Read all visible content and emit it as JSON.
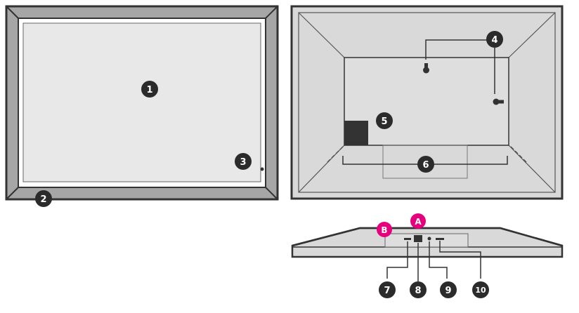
{
  "callouts": {
    "n1": "1",
    "n2": "2",
    "n3": "3",
    "n4": "4",
    "n5": "5",
    "n6": "6",
    "n7": "7",
    "n8": "8",
    "n9": "9",
    "n10": "10",
    "a": "A",
    "b": "B"
  },
  "colors": {
    "outline": "#333333",
    "frame": "#a6a6a6",
    "screen": "#e8e8e8",
    "back": "#d9d9d9",
    "back_panel": "#dedede",
    "callout": "#2b2b2b",
    "accent": "#e6007e"
  }
}
